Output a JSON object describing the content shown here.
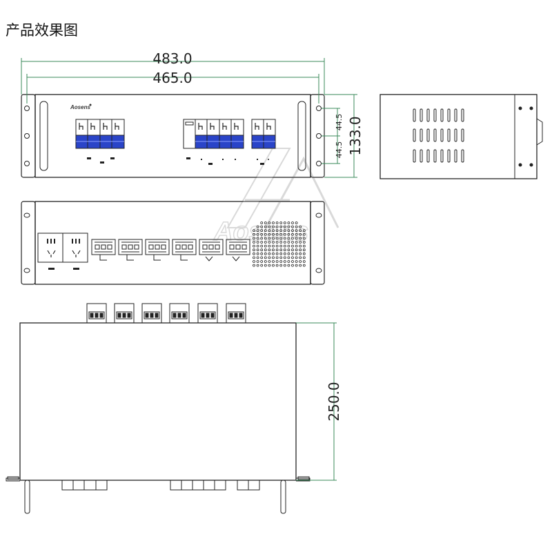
{
  "title": "产品效果图",
  "brand": "Aosens",
  "dimensions": {
    "overall_width": "483.0",
    "mounting_width": "465.0",
    "height": "133.0",
    "hole_pitch_upper": "44.5",
    "hole_pitch_lower": "44.5",
    "depth": "250.0"
  },
  "watermark": "Aosens",
  "colors": {
    "line": "#222222",
    "dimension": "#3a8a5a",
    "breaker_blue": "#2a44c8"
  }
}
